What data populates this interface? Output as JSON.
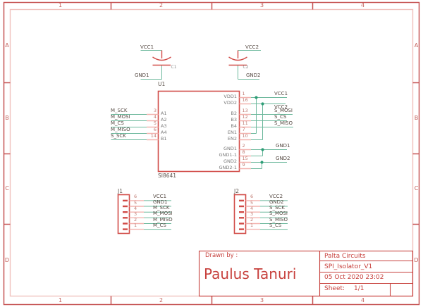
{
  "frame": {
    "columns": [
      "1",
      "2",
      "3",
      "4"
    ],
    "rows": [
      "A",
      "B",
      "C",
      "D"
    ]
  },
  "capacitors": [
    {
      "ref": "C1",
      "vcc": "VCC1",
      "gnd": "GND1"
    },
    {
      "ref": "C2",
      "vcc": "VCC2",
      "gnd": "GND2"
    }
  ],
  "chip": {
    "ref": "U1",
    "part": "SI8641",
    "left_pins": [
      {
        "num": "3",
        "name": "A1",
        "net": "M_SCK"
      },
      {
        "num": "4",
        "name": "A2",
        "net": "M_MOSI"
      },
      {
        "num": "5",
        "name": "A3",
        "net": "M_CS"
      },
      {
        "num": "6",
        "name": "A4",
        "net": "M_MISO"
      },
      {
        "num": "14",
        "name": "B1",
        "net": "S_SCK"
      }
    ],
    "right_pins": [
      {
        "num": "1",
        "name": "VDD1",
        "net": "VCC1"
      },
      {
        "num": "16",
        "name": "VDD2",
        "net": "VCC2"
      },
      {
        "num": "13",
        "name": "B2",
        "net": "S_MOSI"
      },
      {
        "num": "12",
        "name": "B3",
        "net": "S_CS"
      },
      {
        "num": "11",
        "name": "B4",
        "net": "S_MISO"
      },
      {
        "num": "7",
        "name": "EN1",
        "net": ""
      },
      {
        "num": "10",
        "name": "EN2",
        "net": ""
      },
      {
        "num": "2",
        "name": "GND1",
        "net": "GND1"
      },
      {
        "num": "8",
        "name": "GND1-1",
        "net": ""
      },
      {
        "num": "15",
        "name": "GND2",
        "net": "GND2"
      },
      {
        "num": "9",
        "name": "GND2-1",
        "net": ""
      }
    ]
  },
  "connectors": [
    {
      "ref": "J1",
      "pins": [
        {
          "num": "6",
          "net": "VCC1"
        },
        {
          "num": "5",
          "net": "GND1"
        },
        {
          "num": "4",
          "net": "M_SCK"
        },
        {
          "num": "3",
          "net": "M_MOSI"
        },
        {
          "num": "2",
          "net": "M_MISO"
        },
        {
          "num": "1",
          "net": "M_CS"
        }
      ]
    },
    {
      "ref": "J2",
      "pins": [
        {
          "num": "6",
          "net": "VCC2"
        },
        {
          "num": "5",
          "net": "GND2"
        },
        {
          "num": "4",
          "net": "S_SCK"
        },
        {
          "num": "3",
          "net": "S_MOSI"
        },
        {
          "num": "2",
          "net": "S_MISO"
        },
        {
          "num": "1",
          "net": "S_CS"
        }
      ]
    }
  ],
  "title_block": {
    "drawn_by": "Drawn by :",
    "author": "Paulus Tanuri",
    "company": "Palta Circuits",
    "doc_title": "SPI_Isolator_V1",
    "date": "05 Oct 2020 23:02",
    "sheet_label": "Sheet:",
    "sheet": "1/1"
  },
  "colors": {
    "frame_strong": "#c65353",
    "frame_light": "#f0c2be",
    "frame_text": "#c4625c",
    "symbol_red": "#d14b47",
    "pin_stub": "#f2b2ae",
    "pin_number": "#c07a72",
    "wire_green": "#6cb89c",
    "junction_green": "#2d9d76",
    "net_label": "#564a43",
    "pin_name": "#7a7a7a",
    "title_text": "#c7403c"
  }
}
